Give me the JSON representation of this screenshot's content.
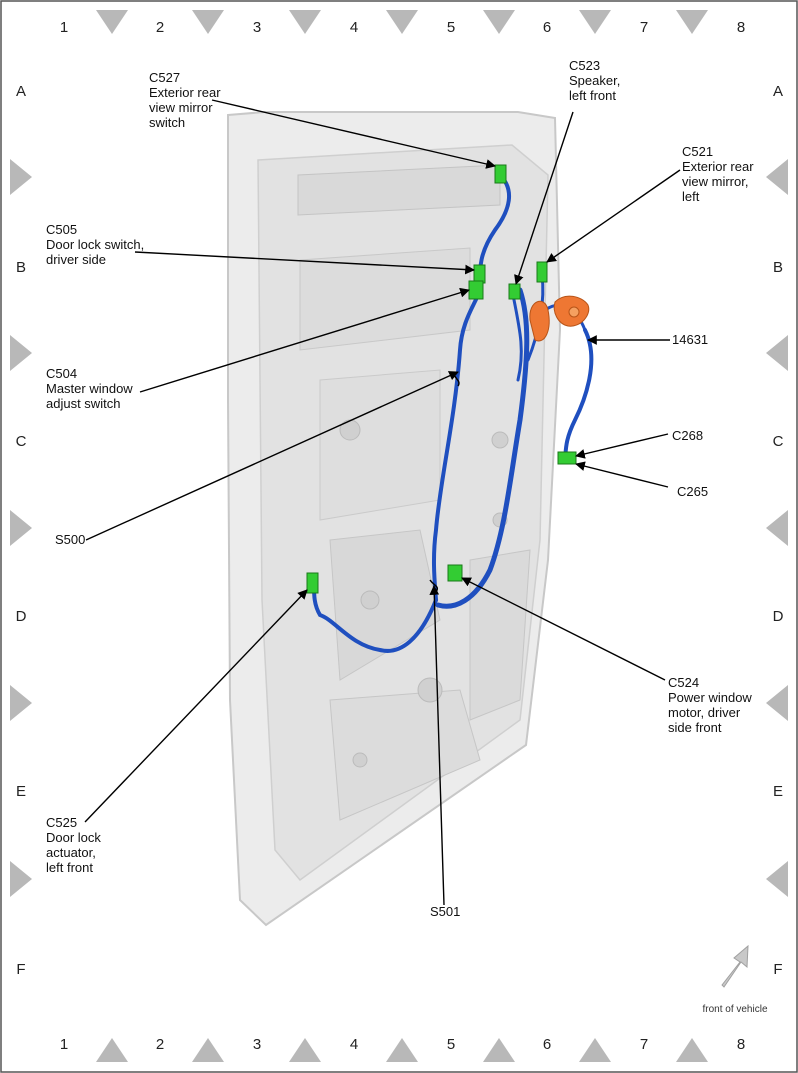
{
  "grid": {
    "columns": [
      "1",
      "2",
      "3",
      "4",
      "5",
      "6",
      "7",
      "8"
    ],
    "rows": [
      "A",
      "B",
      "C",
      "D",
      "E",
      "F"
    ]
  },
  "callouts": {
    "c527": [
      "C527",
      "Exterior rear",
      "view mirror",
      "switch"
    ],
    "c523": [
      "C523",
      "Speaker,",
      "left front"
    ],
    "c521": [
      "C521",
      "Exterior rear",
      "view mirror,",
      "left"
    ],
    "c505": [
      "C505",
      "Door lock switch,",
      "driver side"
    ],
    "c504": [
      "C504",
      "Master window",
      "adjust switch"
    ],
    "n14631": [
      "14631"
    ],
    "c268": [
      "C268"
    ],
    "c265": [
      "C265"
    ],
    "s500": [
      "S500"
    ],
    "c524": [
      "C524",
      "Power window",
      "motor, driver",
      "side front"
    ],
    "c525": [
      "C525",
      "Door lock",
      "actuator,",
      "left front"
    ],
    "s501": [
      "S501"
    ]
  },
  "orientation": {
    "label": "front of vehicle",
    "icon": "arrow-icon"
  },
  "colors": {
    "harness": "#1f4fbf",
    "connector": "#33cc33",
    "component": "#ee7733",
    "door_panel": "#e6e6e6",
    "border_marker": "#b8b8b8"
  }
}
